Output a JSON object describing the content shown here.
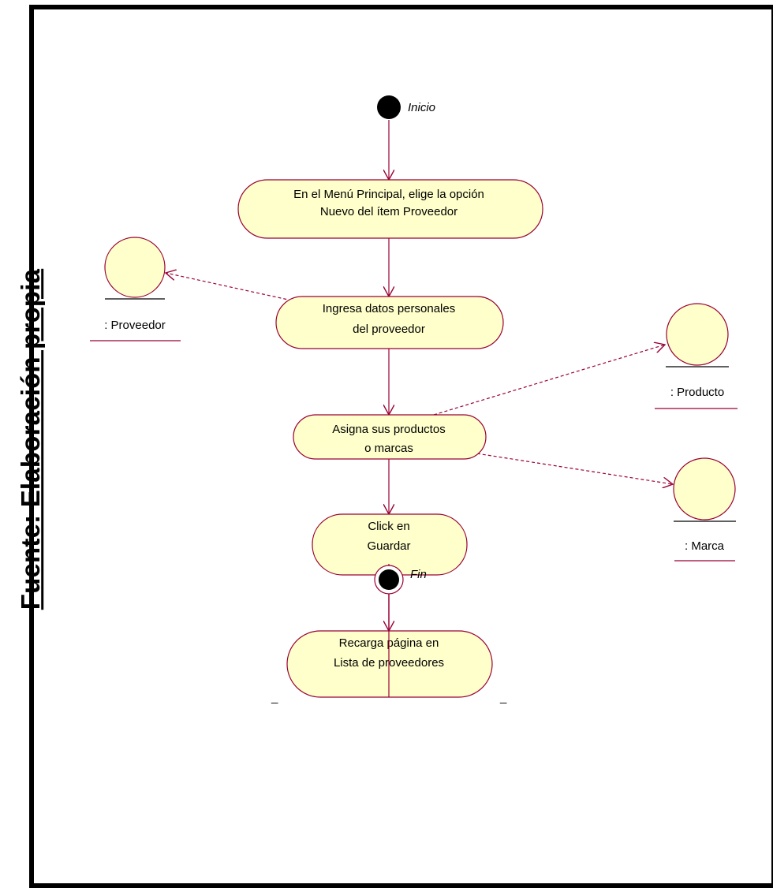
{
  "source_note": "Fuente: Elaboración propia",
  "diagram": {
    "start": {
      "label": "Inicio"
    },
    "end": {
      "label": "Fin"
    },
    "activities": [
      {
        "id": "a1",
        "lines": [
          "En el Menú Principal, elige la opción",
          "Nuevo del ítem Proveedor"
        ]
      },
      {
        "id": "a2",
        "lines": [
          "Ingresa datos personales",
          "del proveedor"
        ]
      },
      {
        "id": "a3",
        "lines": [
          "Asigna sus productos",
          "o marcas"
        ]
      },
      {
        "id": "a4",
        "lines": [
          "Click en",
          "Guardar"
        ]
      },
      {
        "id": "a5",
        "lines": [
          "Recarga página en",
          "Lista de proveedores"
        ]
      }
    ],
    "objects": [
      {
        "id": "o1",
        "label": ": Proveedor"
      },
      {
        "id": "o2",
        "label": ": Producto"
      },
      {
        "id": "o3",
        "label": ": Marca"
      }
    ],
    "join_marks": [
      "_",
      "_"
    ],
    "colors": {
      "activity_fill": "#ffffcc",
      "line": "#990033",
      "object_fill": "#ffffcc"
    }
  }
}
